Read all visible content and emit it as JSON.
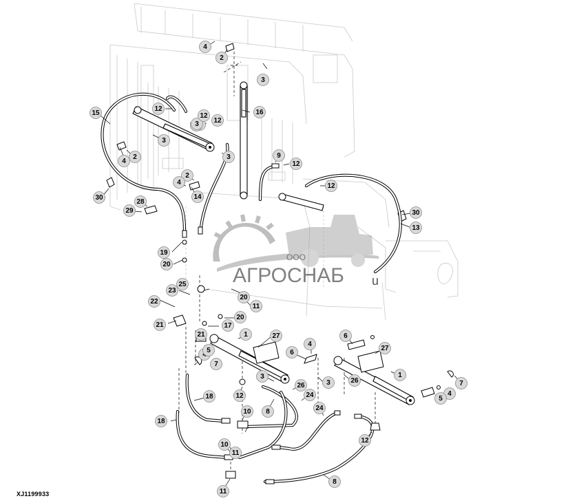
{
  "drawing_code": "XJ1199933",
  "watermark": {
    "prefix": "ООО",
    "company": "АГРОСНАБ",
    "trailing_letter": "u"
  },
  "callouts": [
    {
      "label": "1"
    },
    {
      "label": "1"
    },
    {
      "label": "1"
    },
    {
      "label": "1"
    },
    {
      "label": "2"
    },
    {
      "label": "2"
    },
    {
      "label": "2"
    },
    {
      "label": "3"
    },
    {
      "label": "3"
    },
    {
      "label": "3"
    },
    {
      "label": "3"
    },
    {
      "label": "3"
    },
    {
      "label": "3"
    },
    {
      "label": "4"
    },
    {
      "label": "4"
    },
    {
      "label": "4"
    },
    {
      "label": "4"
    },
    {
      "label": "4"
    },
    {
      "label": "4"
    },
    {
      "label": "5"
    },
    {
      "label": "5"
    },
    {
      "label": "6"
    },
    {
      "label": "6"
    },
    {
      "label": "7"
    },
    {
      "label": "7"
    },
    {
      "label": "8"
    },
    {
      "label": "8"
    },
    {
      "label": "9"
    },
    {
      "label": "10"
    },
    {
      "label": "10"
    },
    {
      "label": "11"
    },
    {
      "label": "11"
    },
    {
      "label": "11"
    },
    {
      "label": "12"
    },
    {
      "label": "12"
    },
    {
      "label": "12"
    },
    {
      "label": "12"
    },
    {
      "label": "12"
    },
    {
      "label": "12"
    },
    {
      "label": "12"
    },
    {
      "label": "13"
    },
    {
      "label": "14"
    },
    {
      "label": "15"
    },
    {
      "label": "16"
    },
    {
      "label": "17"
    },
    {
      "label": "18"
    },
    {
      "label": "18"
    },
    {
      "label": "19"
    },
    {
      "label": "20"
    },
    {
      "label": "20"
    },
    {
      "label": "20"
    },
    {
      "label": "21"
    },
    {
      "label": "21"
    },
    {
      "label": "22"
    },
    {
      "label": "23"
    },
    {
      "label": "24"
    },
    {
      "label": "24"
    },
    {
      "label": "25"
    },
    {
      "label": "26"
    },
    {
      "label": "26"
    },
    {
      "label": "27"
    },
    {
      "label": "27"
    },
    {
      "label": "28"
    },
    {
      "label": "29"
    },
    {
      "label": "30"
    },
    {
      "label": "30"
    }
  ]
}
